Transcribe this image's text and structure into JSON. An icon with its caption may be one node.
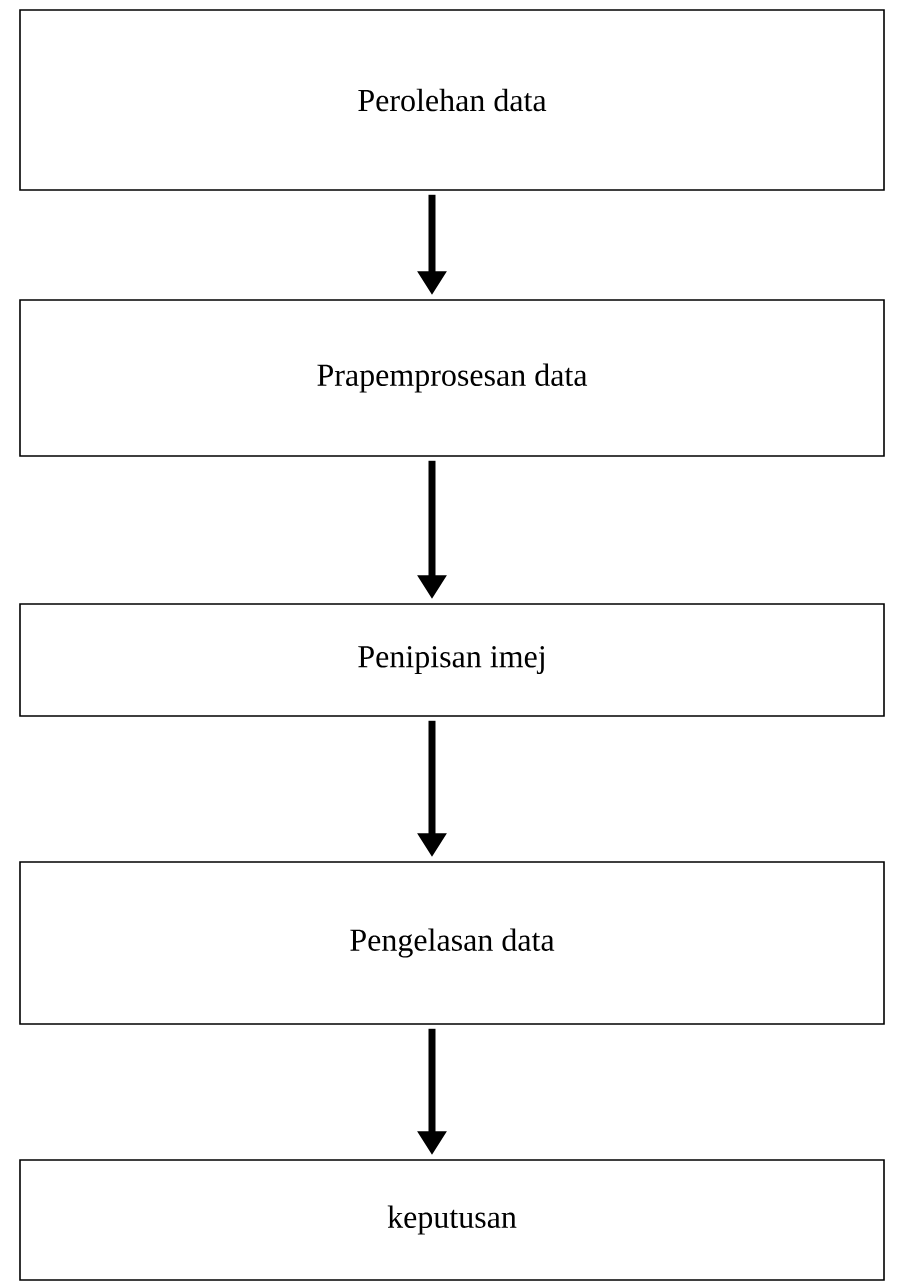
{
  "diagram": {
    "nodes": [
      {
        "text": [
          "Perolehan data"
        ]
      },
      {
        "text": [
          "Prapemprosesan data"
        ]
      },
      {
        "text": [
          "Penipisan imej"
        ]
      },
      {
        "text": [
          "Pengelasan data"
        ]
      },
      {
        "text": [
          "keputusan"
        ]
      }
    ],
    "edges": [
      {
        "from": 0,
        "to": 1,
        "arrow": "to"
      },
      {
        "from": 1,
        "to": 2,
        "arrow": "to"
      },
      {
        "from": 2,
        "to": 3,
        "arrow": "to"
      },
      {
        "from": 3,
        "to": 4,
        "arrow": "to"
      }
    ]
  }
}
